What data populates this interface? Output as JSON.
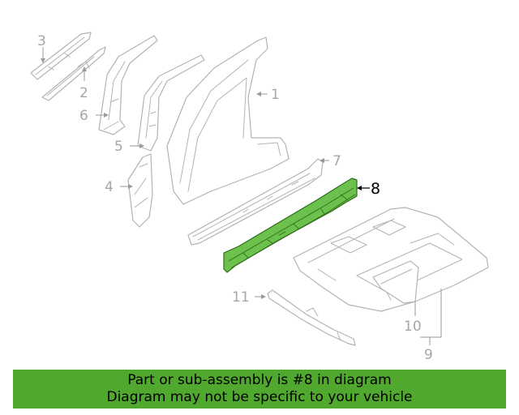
{
  "diagram": {
    "callouts": [
      {
        "id": "1",
        "label": "1"
      },
      {
        "id": "2",
        "label": "2"
      },
      {
        "id": "3",
        "label": "3"
      },
      {
        "id": "4",
        "label": "4"
      },
      {
        "id": "5",
        "label": "5"
      },
      {
        "id": "6",
        "label": "6"
      },
      {
        "id": "7",
        "label": "7"
      },
      {
        "id": "8",
        "label": "8"
      },
      {
        "id": "9",
        "label": "9"
      },
      {
        "id": "10",
        "label": "10"
      },
      {
        "id": "11",
        "label": "11"
      }
    ],
    "highlighted_part": "8",
    "colors": {
      "highlight_fill": "#6cc14c",
      "line_art": "#b3b3b3",
      "banner": "#50a82e"
    }
  },
  "banner": {
    "line1": "Part or sub-assembly is #8 in diagram",
    "line2": "Diagram may not be specific to your vehicle"
  }
}
